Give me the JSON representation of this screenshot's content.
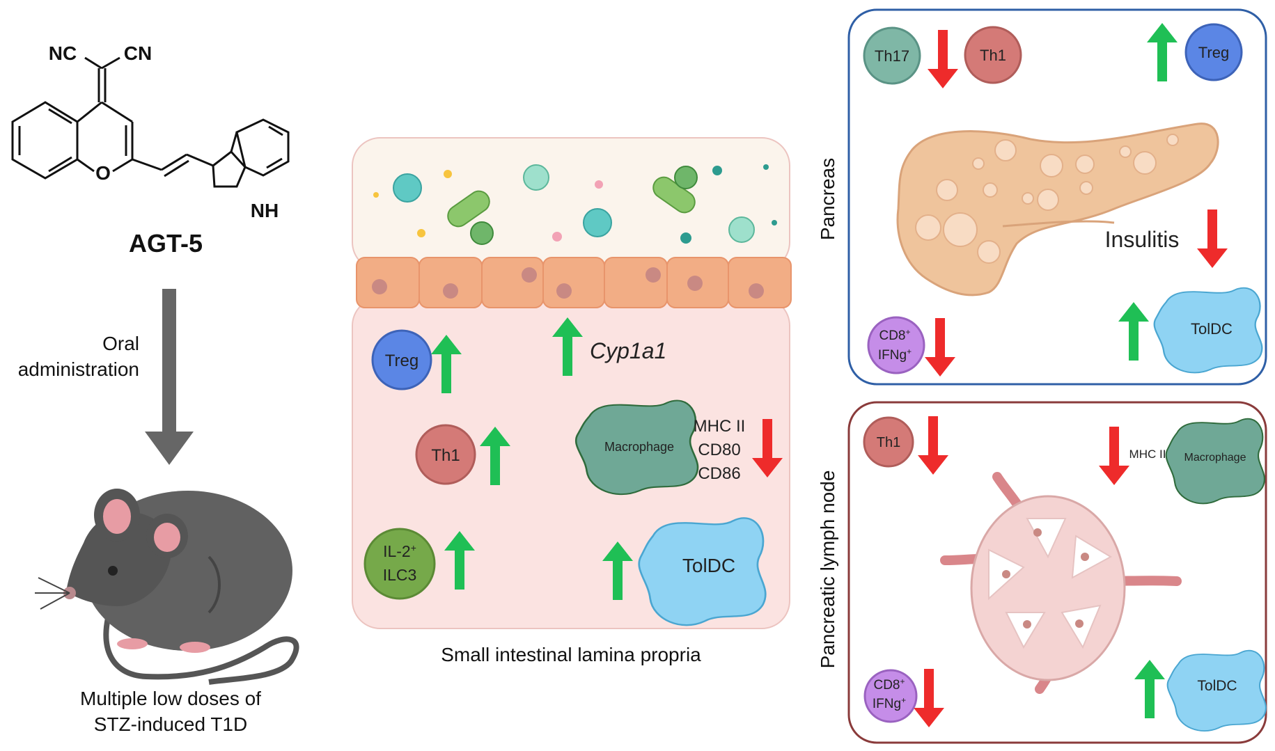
{
  "compound": {
    "name": "AGT-5",
    "atoms": {
      "nc": "NC",
      "cn": "CN",
      "o": "O",
      "nh": "NH"
    }
  },
  "administration": {
    "line1": "Oral",
    "line2": "administration"
  },
  "mouse": {
    "caption_line1": "Multiple low doses of",
    "caption_line2": "STZ-induced T1D"
  },
  "intestine": {
    "caption": "Small intestinal lamina propria",
    "cyp": "Cyp1a1",
    "cells": {
      "treg": "Treg",
      "th1": "Th1",
      "ilc_line1": "IL-2",
      "ilc_sup": "+",
      "ilc_line2": "ILC3",
      "macrophage": "Macrophage",
      "toldc": "TolDC"
    },
    "markers": [
      "MHC II",
      "CD80",
      "CD86"
    ]
  },
  "pancreas": {
    "label": "Pancreas",
    "insulitis": "Insulitis",
    "cells": {
      "th17": "Th17",
      "th1": "Th1",
      "treg": "Treg",
      "cd8": "CD8",
      "ifng": "IFNg",
      "sup": "+",
      "toldc": "TolDC"
    }
  },
  "lymph_node": {
    "label": "Pancreatic lymph node",
    "cells": {
      "th1": "Th1",
      "mhc": "MHC II",
      "macrophage": "Macrophage",
      "cd8": "CD8",
      "ifng": "IFNg",
      "sup": "+",
      "toldc": "TolDC"
    }
  },
  "colors": {
    "up_arrow": "#1fbf55",
    "down_arrow": "#ee2b2b",
    "treg": "#5b86e5",
    "th1": "#d47a77",
    "th17": "#7fb7a6",
    "ilc3": "#76a94a",
    "cd8": "#c58de8",
    "macrophage": "#6fa896",
    "toldc": "#8fd3f3",
    "pancreas_frame": "#2f5fa6",
    "lymph_frame": "#8a3b3b",
    "intestine_bg": "#fbe3e1",
    "lumen_bg": "#fbf4ec",
    "epithelium": "#f2ad85"
  }
}
